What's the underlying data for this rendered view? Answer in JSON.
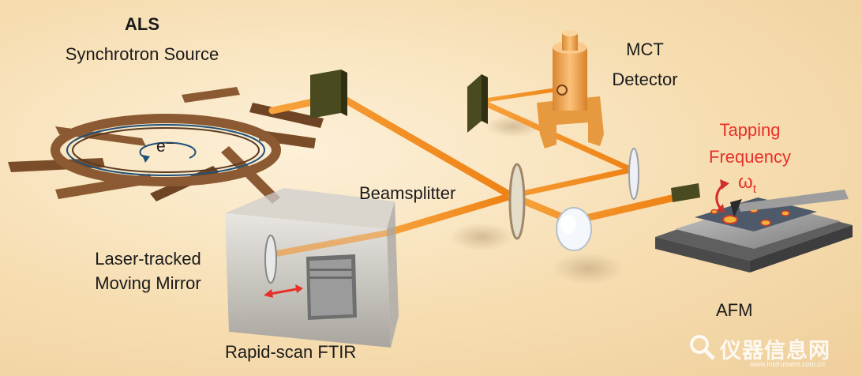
{
  "labels": {
    "als_title": "ALS",
    "als_subtitle": "Synchrotron Source",
    "electron": "e⁻",
    "mct_line1": "MCT",
    "mct_line2": "Detector",
    "tapping_line1": "Tapping",
    "tapping_line2": "Frequency",
    "omega": "ω",
    "omega_sub": "t",
    "beamsplitter": "Beamsplitter",
    "laser_line1": "Laser-tracked",
    "laser_line2": "Moving Mirror",
    "ftir": "Rapid-scan FTIR",
    "afm": "AFM"
  },
  "watermark": {
    "brand": "仪器信息网",
    "url": "www.instrument.com.cn"
  },
  "colors": {
    "beam": "#f28c1e",
    "ring": "#8b5a32",
    "mirror_dark": "#4a4a20",
    "detector": "#f2a64a",
    "arrow_red": "#e8302a",
    "text_red": "#e8302a",
    "electron_arrow": "#1e5078"
  },
  "icons": {
    "watermark_logo": "magnifier-logo-icon"
  }
}
